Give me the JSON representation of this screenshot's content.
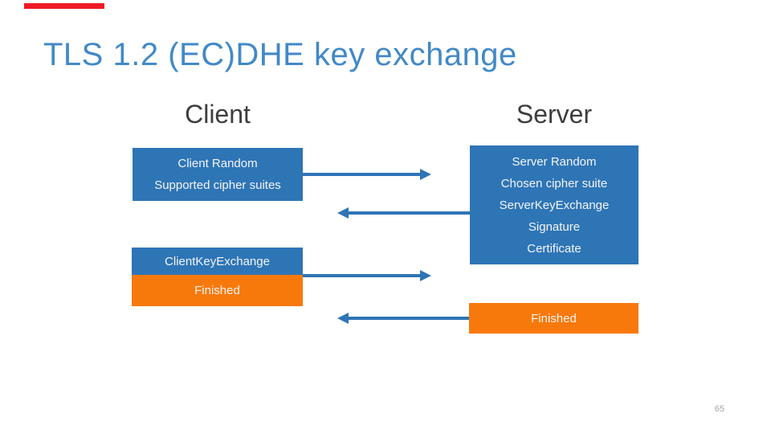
{
  "slide": {
    "title": "TLS 1.2 (EC)DHE key exchange",
    "page_number": "65",
    "colors": {
      "title_blue": "#4289C7",
      "box_blue": "#2E75B6",
      "box_orange": "#F8790B",
      "accent_red": "#ED1B24",
      "header_gray": "#3D3D3D",
      "page_number_gray": "#A6A6A6"
    }
  },
  "diagram": {
    "client_label": "Client",
    "server_label": "Server",
    "client_hello_box": {
      "lines": [
        "Client Random",
        "Supported cipher suites"
      ]
    },
    "server_hello_box": {
      "lines": [
        "Server Random",
        "Chosen cipher suite",
        "ServerKeyExchange",
        "Signature",
        "Certificate"
      ]
    },
    "client_key_exchange_box": {
      "label": "ClientKeyExchange"
    },
    "client_finished_box": {
      "label": "Finished"
    },
    "server_finished_box": {
      "label": "Finished"
    }
  }
}
